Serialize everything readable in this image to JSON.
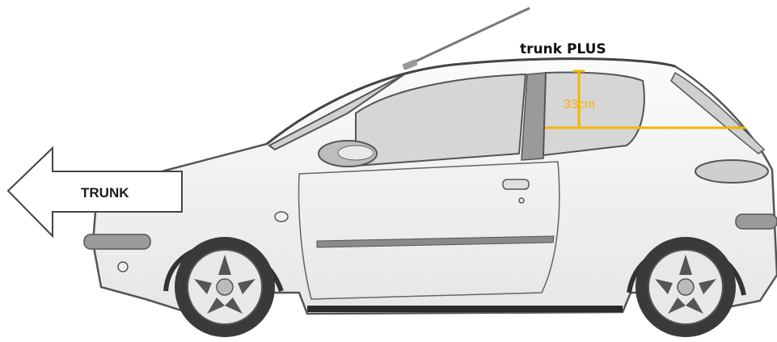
{
  "labels": {
    "front_arrow": "TRUNK",
    "rear_label": "trunk PLUS",
    "measurement": "33cm"
  },
  "colors": {
    "measure_line": "#f5b400",
    "car_body": "#f2f2f2",
    "window_glass": "#d6d6d6",
    "outline": "#555555"
  }
}
